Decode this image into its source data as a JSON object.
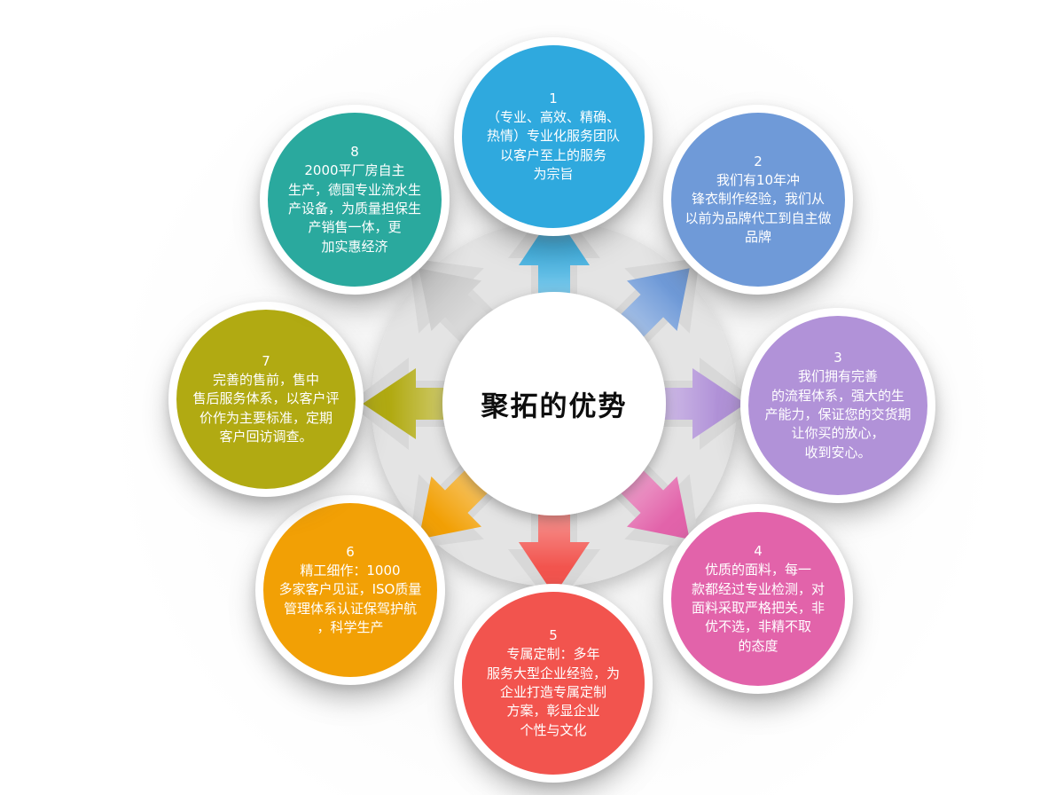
{
  "center": {
    "title": "聚拓的优势"
  },
  "items": [
    {
      "number": "1",
      "color": "#2fa9de",
      "text": "（专业、高效、精确、\n热情）专业化服务团队\n以客户至上的服务\n为宗旨"
    },
    {
      "number": "2",
      "color": "#6f9ad8",
      "text": "我们有10年冲\n锋衣制作经验，我们从\n以前为品牌代工到自主做\n品牌"
    },
    {
      "number": "3",
      "color": "#b192d8",
      "text": "我们拥有完善\n的流程体系，强大的生\n产能力，保证您的交货期\n让你买的放心，\n收到安心。"
    },
    {
      "number": "4",
      "color": "#e263aa",
      "text": "优质的面料，每一\n款都经过专业检测，对\n面料采取严格把关，非\n优不选，非精不取\n的态度"
    },
    {
      "number": "5",
      "color": "#f2544e",
      "text": "专属定制：多年\n服务大型企业经验，为\n企业打造专属定制\n方案，彰显企业\n个性与文化"
    },
    {
      "number": "6",
      "color": "#f2a005",
      "text": "精工细作：1000\n多家客户见证，ISO质量\n管理体系认证保驾护航\n，科学生产"
    },
    {
      "number": "7",
      "color": "#b1aa12",
      "text": "完善的售前，售中\n售后服务体系，以客户评\n价作为主要标准，定期\n客户回访调查。"
    },
    {
      "number": "8",
      "color": "#2aa99e",
      "text": "2000平厂房自主\n生产，德国专业流水生\n产设备，为质量担保生\n产销售一体，更\n加实惠经济"
    }
  ],
  "arrows": [
    {
      "dir": "n",
      "color": "#2fa9de"
    },
    {
      "dir": "ne",
      "color": "#6f9ad8"
    },
    {
      "dir": "e",
      "color": "#b192d8"
    },
    {
      "dir": "se",
      "color": "#e263aa"
    },
    {
      "dir": "s",
      "color": "#f2544e"
    },
    {
      "dir": "sw",
      "color": "#f2a005"
    },
    {
      "dir": "w",
      "color": "#b1aa12"
    },
    {
      "dir": "nw",
      "color": "#c9c9c9"
    }
  ],
  "colors": {
    "ring": "#e4e4e4",
    "ring_back_arrows": "#d8d8d8",
    "center_circle": "#ffffff"
  }
}
